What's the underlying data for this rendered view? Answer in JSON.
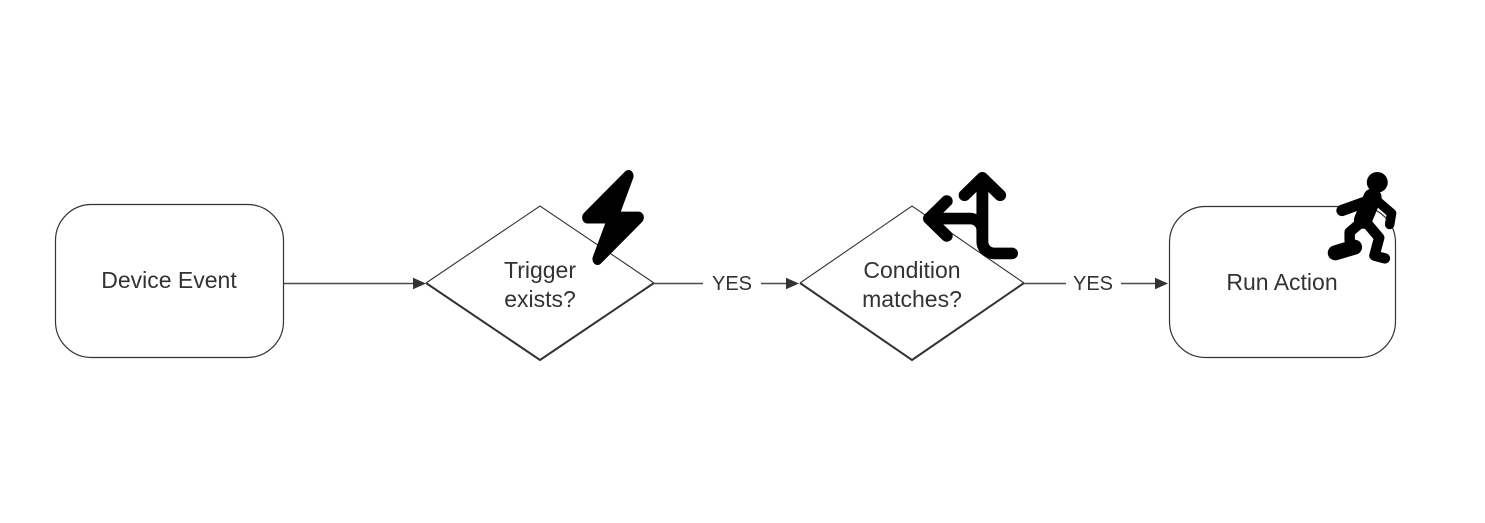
{
  "theme": {
    "background": "#ffffff",
    "shape_fill": "#ffffff",
    "shape_stroke": "#333333",
    "edge_color": "#4d4d4d",
    "arrowhead_color": "#333333",
    "text_color": "#333333",
    "icon_color": "#000000"
  },
  "diagram": {
    "type": "flowchart",
    "direction": "left-to-right",
    "nodes": [
      {
        "id": "device-event",
        "shape": "rounded-rectangle",
        "label": "Device Event",
        "icon": null
      },
      {
        "id": "trigger-exists",
        "shape": "diamond",
        "label": "Trigger exists?",
        "line1": "Trigger",
        "line2": "exists?",
        "icon": "lightning-bolt"
      },
      {
        "id": "condition-matches",
        "shape": "diamond",
        "label": "Condition matches?",
        "line1": "Condition",
        "line2": "matches?",
        "icon": "arrows-split-up-and-left"
      },
      {
        "id": "run-action",
        "shape": "rounded-rectangle",
        "label": "Run Action",
        "icon": "person-running"
      }
    ],
    "edges": [
      {
        "from": "device-event",
        "to": "trigger-exists",
        "label": ""
      },
      {
        "from": "trigger-exists",
        "to": "condition-matches",
        "label": "YES"
      },
      {
        "from": "condition-matches",
        "to": "run-action",
        "label": "YES"
      }
    ]
  }
}
